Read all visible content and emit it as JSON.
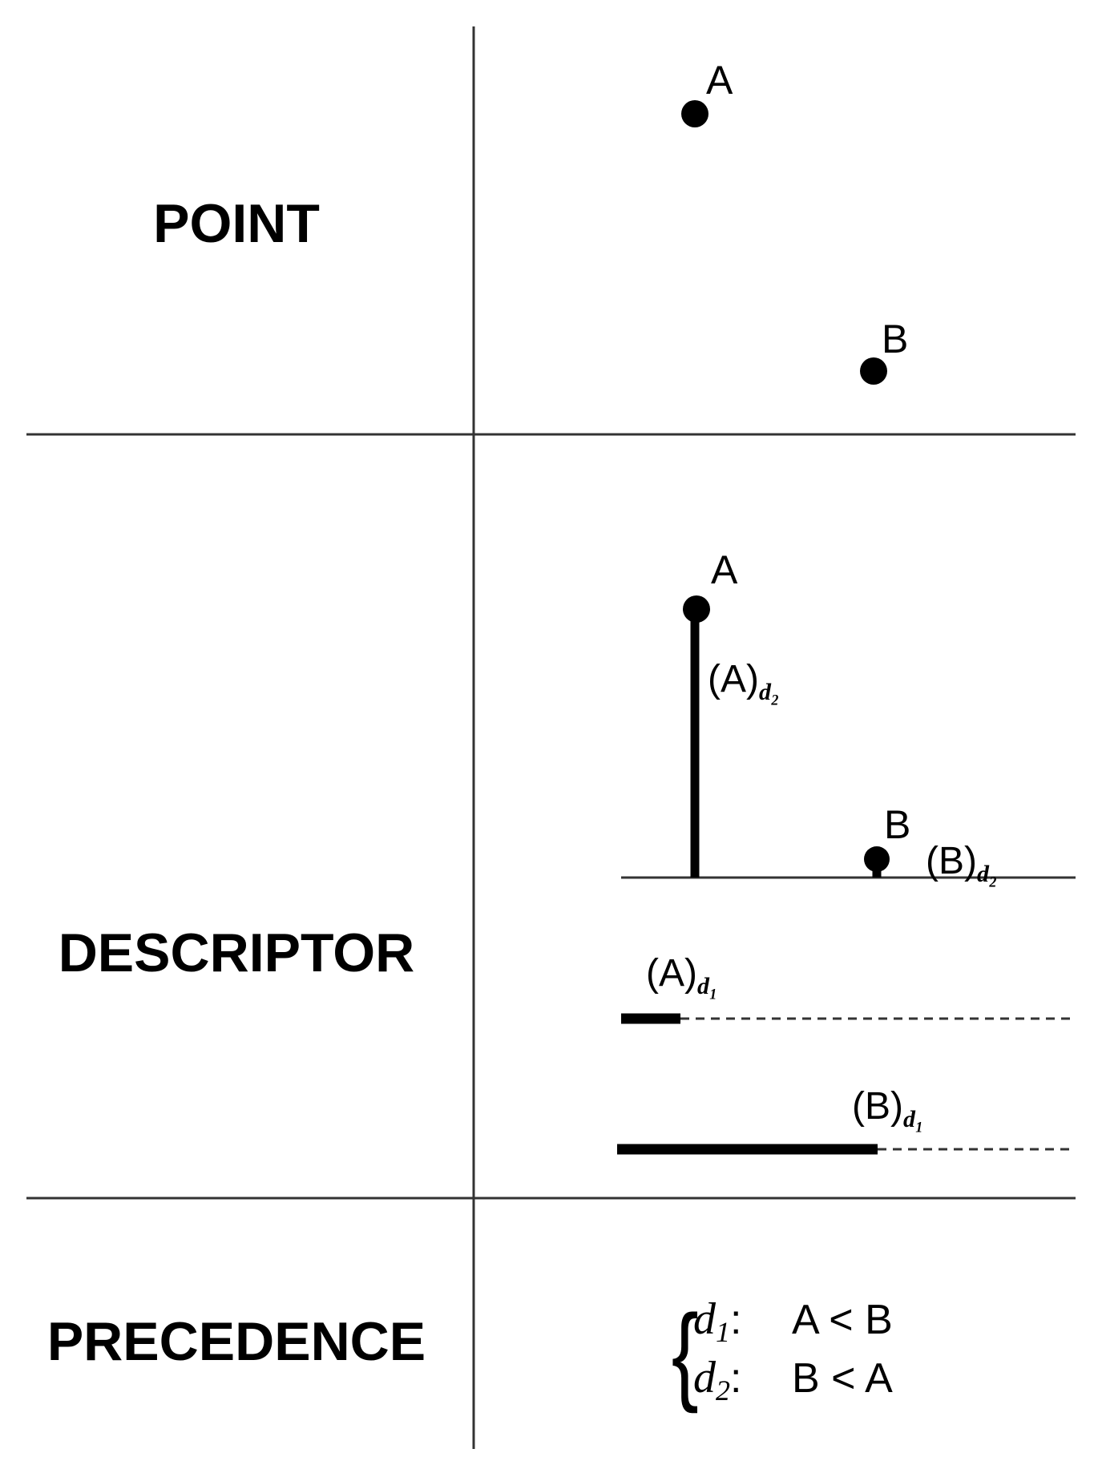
{
  "rows": {
    "point": "POINT",
    "descriptor": "DESCRIPTOR",
    "precedence": "PRECEDENCE"
  },
  "point_panel": {
    "a_label": "A",
    "b_label": "B"
  },
  "descriptor_panel": {
    "a_label": "A",
    "b_label": "B",
    "a_d2": {
      "base": "(A)",
      "sub": "d₂"
    },
    "b_d2": {
      "base": "(B)",
      "sub": "d₂"
    },
    "a_d1": {
      "base": "(A)",
      "sub": "d₁"
    },
    "b_d1": {
      "base": "(B)",
      "sub": "d₁"
    }
  },
  "precedence_panel": {
    "brace": "{",
    "line1": {
      "var": "d",
      "sub": "1",
      "colon": ":",
      "rel": "A < B"
    },
    "line2": {
      "var": "d",
      "sub": "2",
      "colon": ":",
      "rel": "B < A"
    }
  }
}
